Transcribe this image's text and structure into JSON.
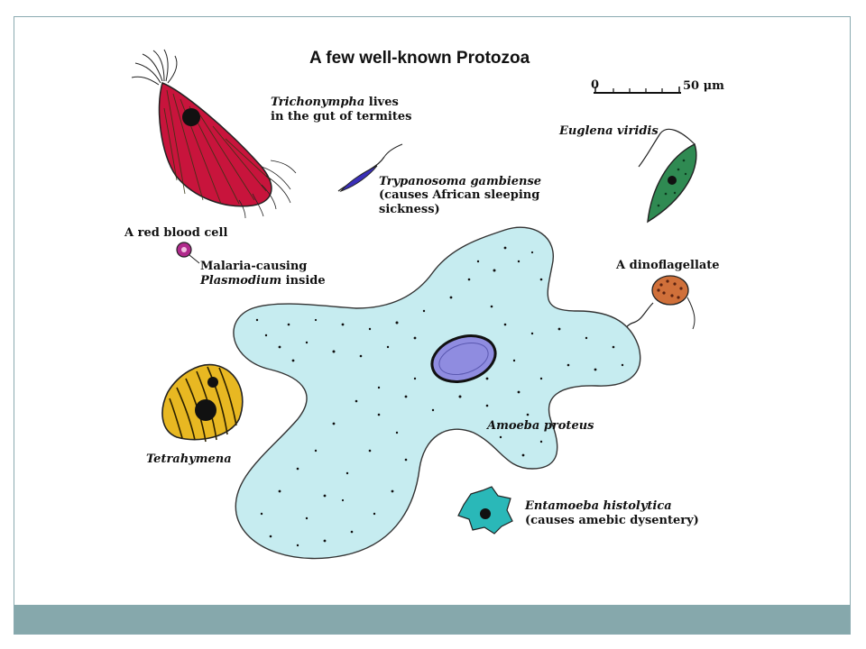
{
  "title": "A few well-known Protozoa",
  "scale_bar": {
    "start": "0",
    "end": "50 μm"
  },
  "labels": {
    "trichonympha": {
      "name": "Trichonympha",
      "line1_rest": " lives",
      "line2": "in the gut of termites"
    },
    "trypanosoma": {
      "name": "Trypanosoma gambiense",
      "line2": "(causes African sleeping",
      "line3": "sickness)"
    },
    "euglena": {
      "name": "Euglena viridis"
    },
    "red_blood_cell": {
      "text": "A red blood cell"
    },
    "plasmodium": {
      "line1": "Malaria-causing",
      "name": "Plasmodium",
      "line2_rest": " inside"
    },
    "dinoflagellate": {
      "text": "A dinoflagellate"
    },
    "tetrahymena": {
      "name": "Tetrahymena"
    },
    "amoeba": {
      "name": "Amoeba proteus"
    },
    "entamoeba": {
      "name": "Entamoeba histolytica",
      "line2": "(causes amebic dysentery)"
    }
  },
  "colors": {
    "trichonympha": "#c8143c",
    "trypanosoma": "#3a2fb8",
    "euglena": "#2f8a52",
    "red_blood_cell": "#b02a8c",
    "dinoflagellate": "#d0703a",
    "tetrahymena": "#e8b822",
    "amoeba": "#c6ecf0",
    "amoeba_nucleus": "#8f8ce0",
    "entamoeba": "#2ab8b8",
    "footer": "#86a8ac"
  }
}
